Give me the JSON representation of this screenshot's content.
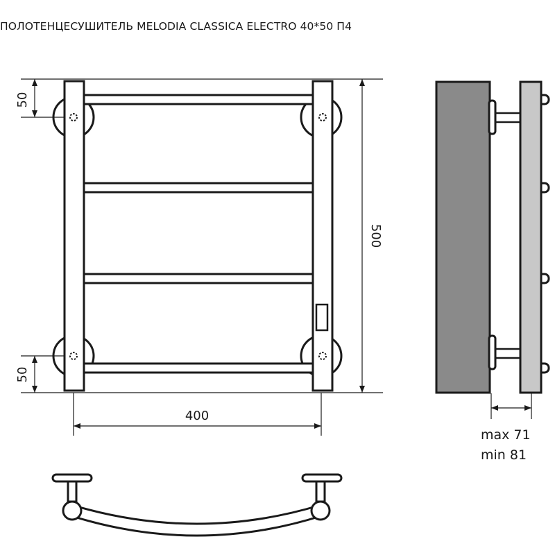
{
  "title": "ПОЛОТЕНЦЕСУШИТЕЛЬ MELODIA CLASSICA ELECTRO 40*50 П4",
  "dimensions": {
    "top_offset": "50",
    "bottom_offset": "50",
    "height": "500",
    "width": "400"
  },
  "side_view": {
    "max_label": "max 71",
    "min_label": "min 81"
  },
  "colors": {
    "line": "#1a1a1a",
    "wall": "#8a8a8a",
    "panel": "#c8c8c8"
  }
}
